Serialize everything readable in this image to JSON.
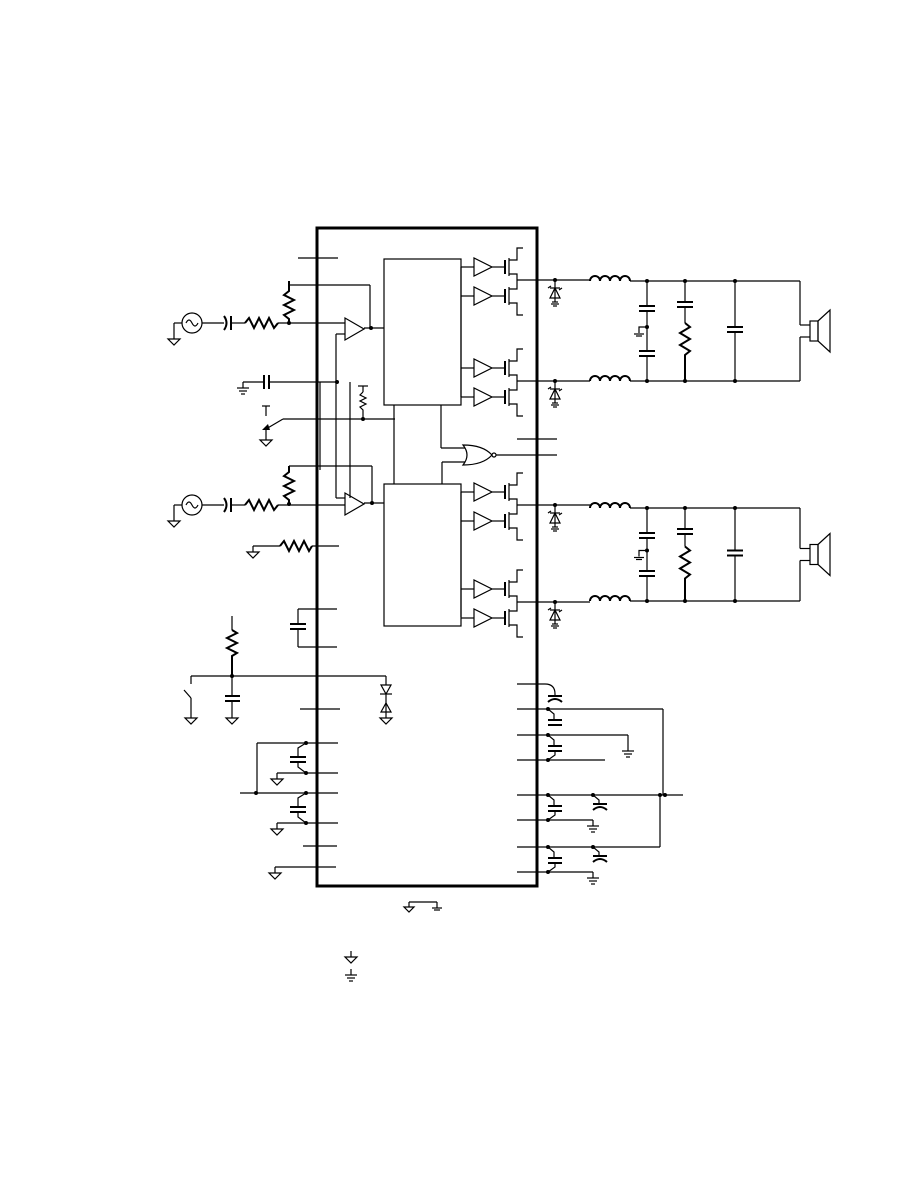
{
  "diagram": {
    "type": "circuit-schematic",
    "colors": {
      "line": "#000000",
      "background": "#ffffff"
    },
    "channels": 2,
    "components": {
      "ic": "ic-package",
      "signal_sources": 2,
      "speakers": 2,
      "inductors": 4,
      "mosfets": 8,
      "gate_drivers": 8,
      "control_blocks": 2,
      "nor_gate": 1
    }
  }
}
